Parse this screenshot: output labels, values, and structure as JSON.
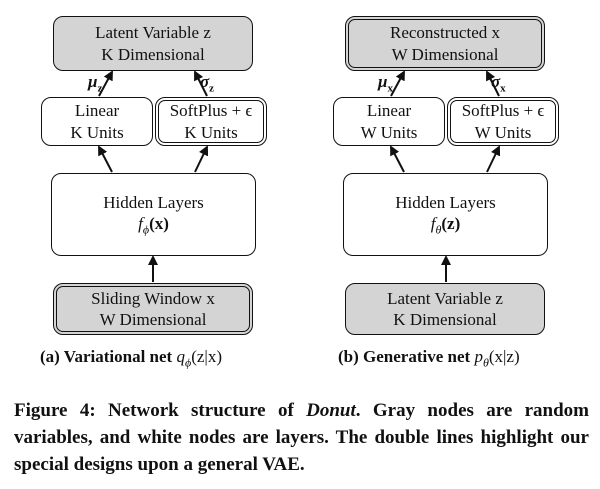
{
  "left_net": {
    "top_node": {
      "line1": "Latent Variable z",
      "line2": "K Dimensional"
    },
    "mu_label": "μ",
    "mu_sub": "z",
    "sigma_label": "σ",
    "sigma_sub": "z",
    "linear_node": {
      "line1": "Linear",
      "line2": "K Units"
    },
    "softplus_node": {
      "line1": "SoftPlus + ϵ",
      "line2": "K Units"
    },
    "hidden_node": {
      "line1": "Hidden Layers",
      "f": "f",
      "f_sub": "ϕ",
      "f_arg": "(x)"
    },
    "input_node": {
      "line1": "Sliding Window x",
      "line2": "W Dimensional"
    },
    "caption": {
      "label": "(a) Variational net",
      "func": "q",
      "func_sub": "ϕ",
      "func_arg": "(z|x)"
    }
  },
  "right_net": {
    "top_node": {
      "line1": "Reconstructed x",
      "line2": "W Dimensional"
    },
    "mu_label": "μ",
    "mu_sub": "x",
    "sigma_label": "σ",
    "sigma_sub": "x",
    "linear_node": {
      "line1": "Linear",
      "line2": "W Units"
    },
    "softplus_node": {
      "line1": "SoftPlus + ϵ",
      "line2": "W Units"
    },
    "hidden_node": {
      "line1": "Hidden Layers",
      "f": "f",
      "f_sub": "θ",
      "f_arg": "(z)"
    },
    "input_node": {
      "line1": "Latent Variable z",
      "line2": "K Dimensional"
    },
    "caption": {
      "label": "(b) Generative net",
      "func": "p",
      "func_sub": "θ",
      "func_arg": "(x|z)"
    }
  },
  "figure_caption": {
    "prefix": "Figure 4: Network structure of ",
    "emph": "Donut",
    "suffix": ". Gray nodes are random variables, and white nodes are layers. The double lines highlight our special designs upon a general VAE."
  },
  "colors": {
    "random_variable_fill": "#d4d4d4",
    "layer_fill": "#ffffff",
    "stroke": "#111111"
  }
}
